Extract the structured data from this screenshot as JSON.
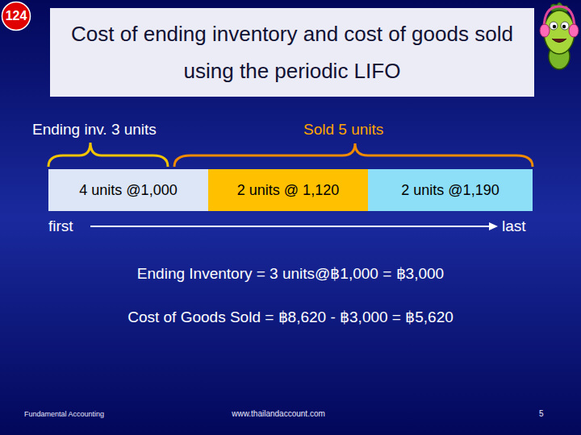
{
  "diagram": {
    "title": "Cost of ending inventory and cost of goods sold using the periodic LIFO",
    "nodes": [
      {
        "text": [
          "124"
        ]
      },
      {
        "text": [
          "4 units @1,000"
        ]
      },
      {
        "text": [
          "2 units @ 1,120"
        ]
      },
      {
        "text": [
          "2 units @1,190"
        ]
      }
    ],
    "labels": [
      "Ending inv. 3 units",
      "Sold 5 units",
      "first",
      "last",
      "Ending Inventory = 3 units@฿1,000 = ฿3,000",
      "Cost of Goods Sold = ฿8,620 - ฿3,000 = ฿5,620",
      "Fundamental Accounting",
      "www.thailandaccount.com",
      "5"
    ]
  }
}
